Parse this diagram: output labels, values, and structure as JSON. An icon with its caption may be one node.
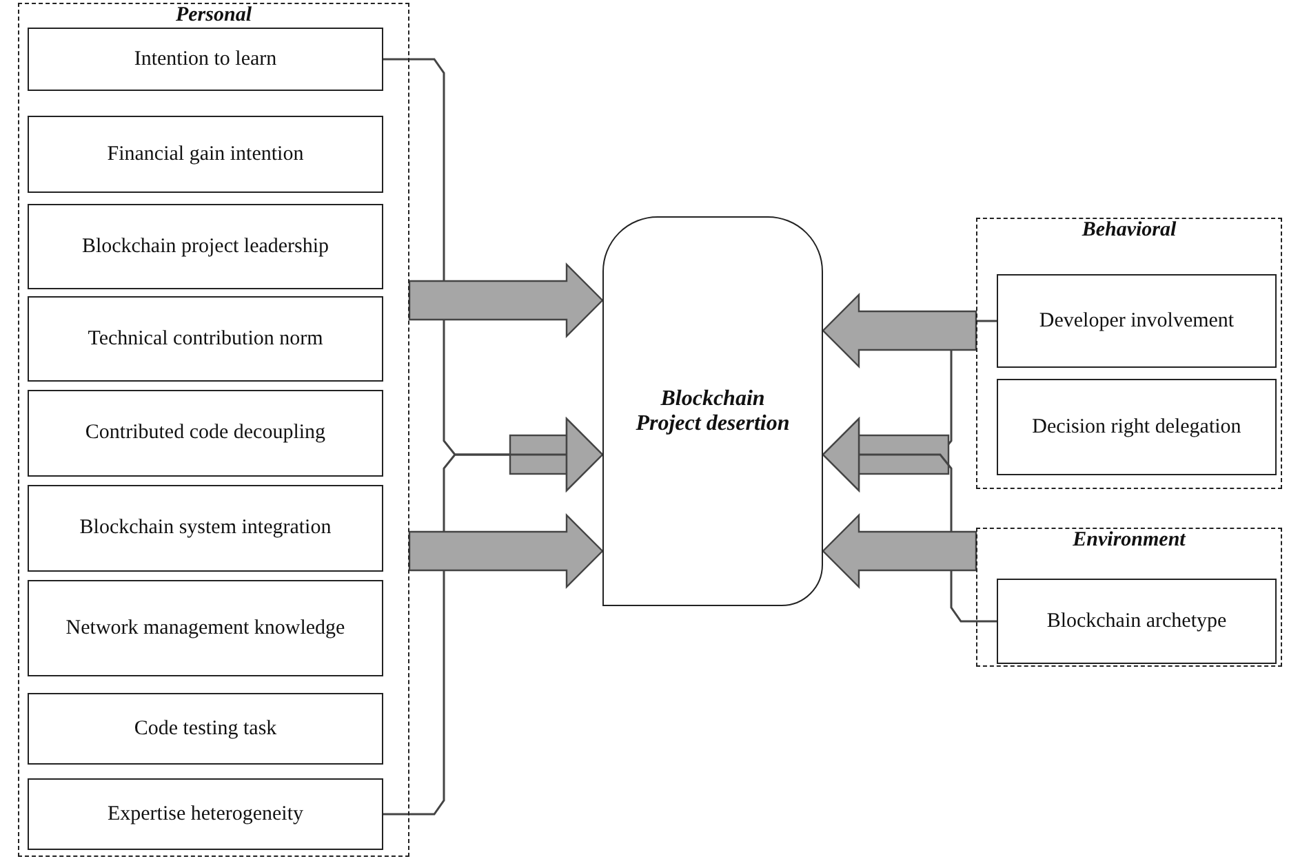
{
  "diagram": {
    "nodes": [
      {
        "text": [
          "Personal"
        ]
      },
      {
        "text": [
          "Intention to learn"
        ],
        "in": 0
      },
      {
        "text": [
          "Financial gain intention"
        ],
        "in": 0
      },
      {
        "text": [
          "Blockchain project leadership"
        ],
        "in": 0
      },
      {
        "text": [
          "Technical contribution norm"
        ],
        "in": 0
      },
      {
        "text": [
          "Contributed code decoupling"
        ],
        "in": 0
      },
      {
        "text": [
          "Blockchain system integration"
        ],
        "in": 0
      },
      {
        "text": [
          "Network management knowledge"
        ],
        "in": 0
      },
      {
        "text": [
          "Code testing task"
        ],
        "in": 0
      },
      {
        "text": [
          "Expertise heterogeneity"
        ],
        "in": 0
      },
      {
        "text": [
          "Blockchain Project desertion"
        ]
      },
      {
        "text": [
          "Behavioral"
        ]
      },
      {
        "text": [
          "Developer involvement"
        ],
        "in": 11
      },
      {
        "text": [
          "Decision right delegation"
        ],
        "in": 11
      },
      {
        "text": [
          "Environment"
        ]
      },
      {
        "text": [
          "Blockchain archetype"
        ],
        "in": 14
      }
    ],
    "edges": [
      {
        "from": 1,
        "to": 10,
        "arrow": "to"
      },
      {
        "from": 9,
        "to": 10,
        "arrow": "to"
      },
      {
        "from": 0,
        "to": 10,
        "arrow": "to",
        "style": "thick"
      },
      {
        "from": 0,
        "to": 10,
        "arrow": "to",
        "style": "thick"
      },
      {
        "from": 12,
        "to": 10,
        "arrow": "to"
      },
      {
        "from": 15,
        "to": 10,
        "arrow": "to"
      },
      {
        "from": 11,
        "to": 10,
        "arrow": "to",
        "style": "thick"
      },
      {
        "from": 14,
        "to": 10,
        "arrow": "to",
        "style": "thick"
      }
    ]
  }
}
